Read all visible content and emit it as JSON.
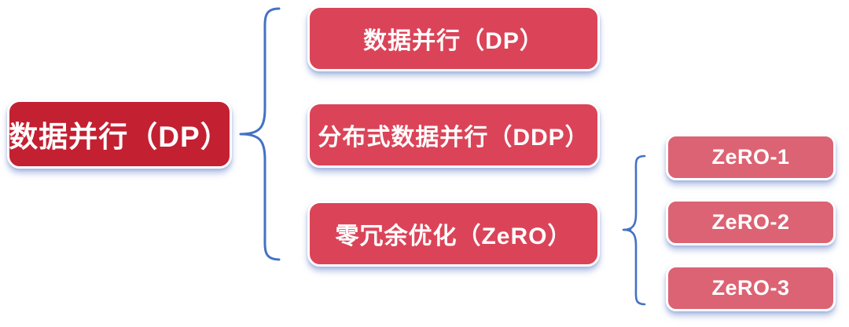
{
  "diagram": {
    "root": {
      "label": "数据并行（DP）"
    },
    "branches": [
      {
        "label": "数据并行（DP）"
      },
      {
        "label": "分布式数据并行（DDP）"
      },
      {
        "label": "零冗余优化（ZeRO）"
      }
    ],
    "zero_stages": [
      {
        "label": "ZeRO-1"
      },
      {
        "label": "ZeRO-2"
      },
      {
        "label": "ZeRO-3"
      }
    ],
    "colors": {
      "root_fill": "#C32032",
      "branch_fill": "#DB4458",
      "leaf_fill": "#DC6373",
      "brace": "#4472C4",
      "text": "#FFFFFF"
    }
  }
}
